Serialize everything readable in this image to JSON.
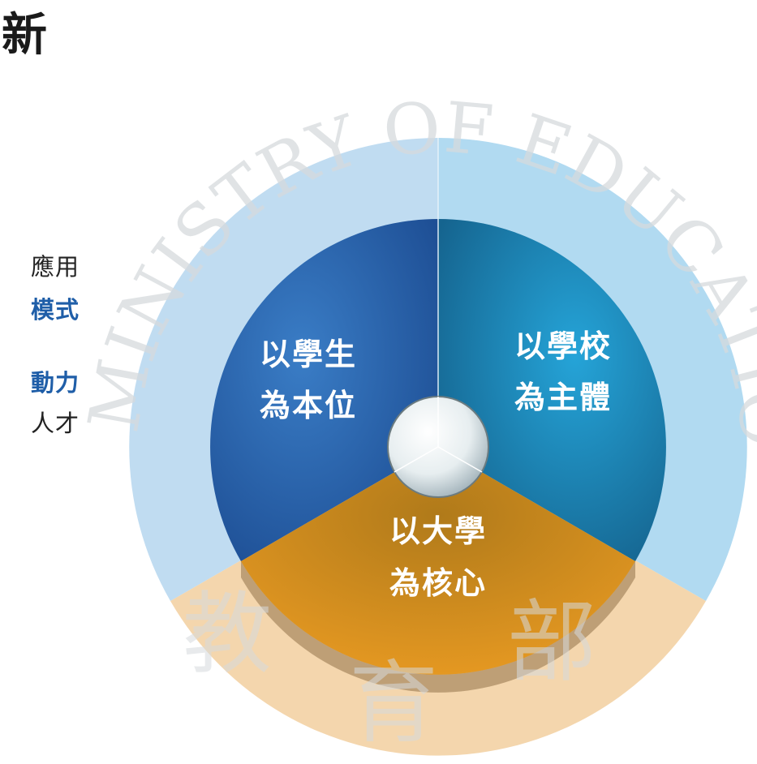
{
  "title_fragment": "新",
  "side_lines": [
    {
      "text": "應用",
      "style": "normal"
    },
    {
      "text": "模式",
      "style": "blue"
    },
    {
      "text": "動力",
      "style": "blue"
    },
    {
      "text": "人才",
      "style": "normal"
    }
  ],
  "segments": [
    {
      "line1": "以學生",
      "line2": "為本位",
      "color": "#2a6db8"
    },
    {
      "line1": "以學校",
      "line2": "為主體",
      "color": "#1e8fc8"
    },
    {
      "line1": "以大學",
      "line2": "為核心",
      "color": "#d8921f"
    }
  ],
  "watermark": {
    "arc_text": "MINISTRY OF EDUCATION",
    "characters": [
      "教",
      "育",
      "部"
    ]
  },
  "colors": {
    "outer_blue": "#b9d8ef",
    "outer_orange": "#f3d2a4",
    "inner_blue": "#2a6db8",
    "inner_cyan": "#1e8fc8",
    "inner_orange": "#d8921f",
    "accent_text": "#1f5ea8"
  }
}
